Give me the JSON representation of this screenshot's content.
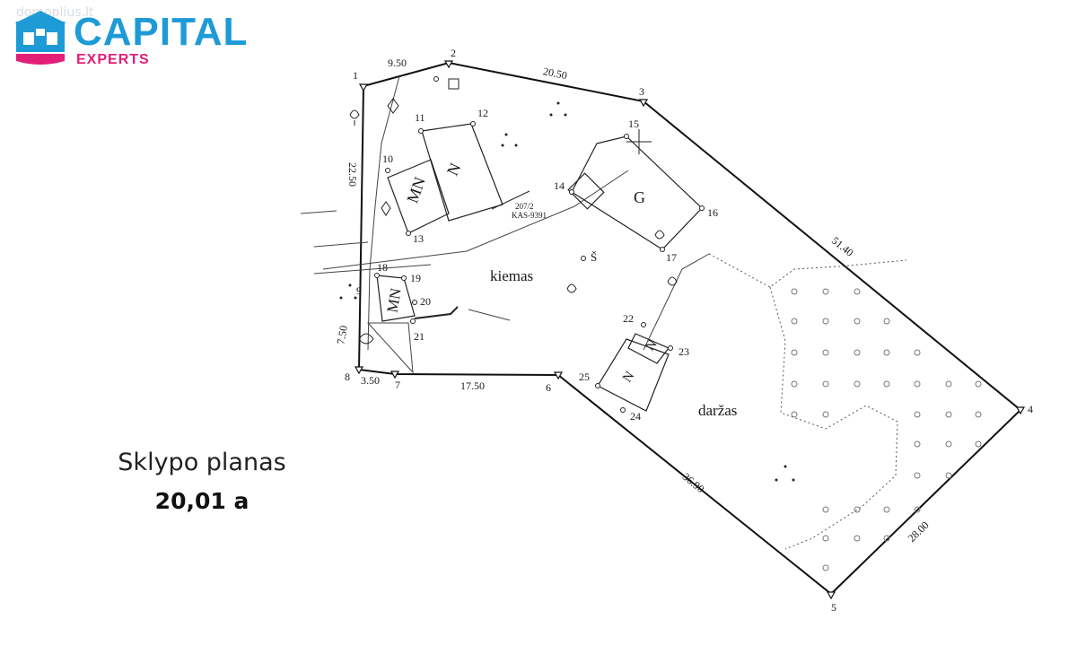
{
  "watermark": "domoplius.lt",
  "logo": {
    "word": "CAPITAL",
    "sub": "EXPERTS",
    "colors": {
      "blue": "#1e9bd7",
      "pink": "#e21e79"
    }
  },
  "caption": {
    "title": "Sklypo planas",
    "area": "20,01 a"
  },
  "plan": {
    "vertex_labels": [
      "1",
      "2",
      "3",
      "4",
      "5",
      "6",
      "7",
      "8",
      "9",
      "10",
      "11",
      "12",
      "13",
      "14",
      "15",
      "16",
      "17",
      "18",
      "19",
      "20",
      "21",
      "22",
      "23",
      "24",
      "25"
    ],
    "dimensions": [
      "9.50",
      "20.50",
      "51.40",
      "28.00",
      "36.90",
      "17.50",
      "3.50",
      "7.50",
      "22.50"
    ],
    "building_labels": [
      "N",
      "MN",
      "G",
      "MN",
      "N",
      "N"
    ],
    "area_labels": [
      "kiemas",
      "daržas"
    ],
    "well_label": "Š",
    "survey_note": [
      "207/2",
      "KAS-9391"
    ]
  }
}
